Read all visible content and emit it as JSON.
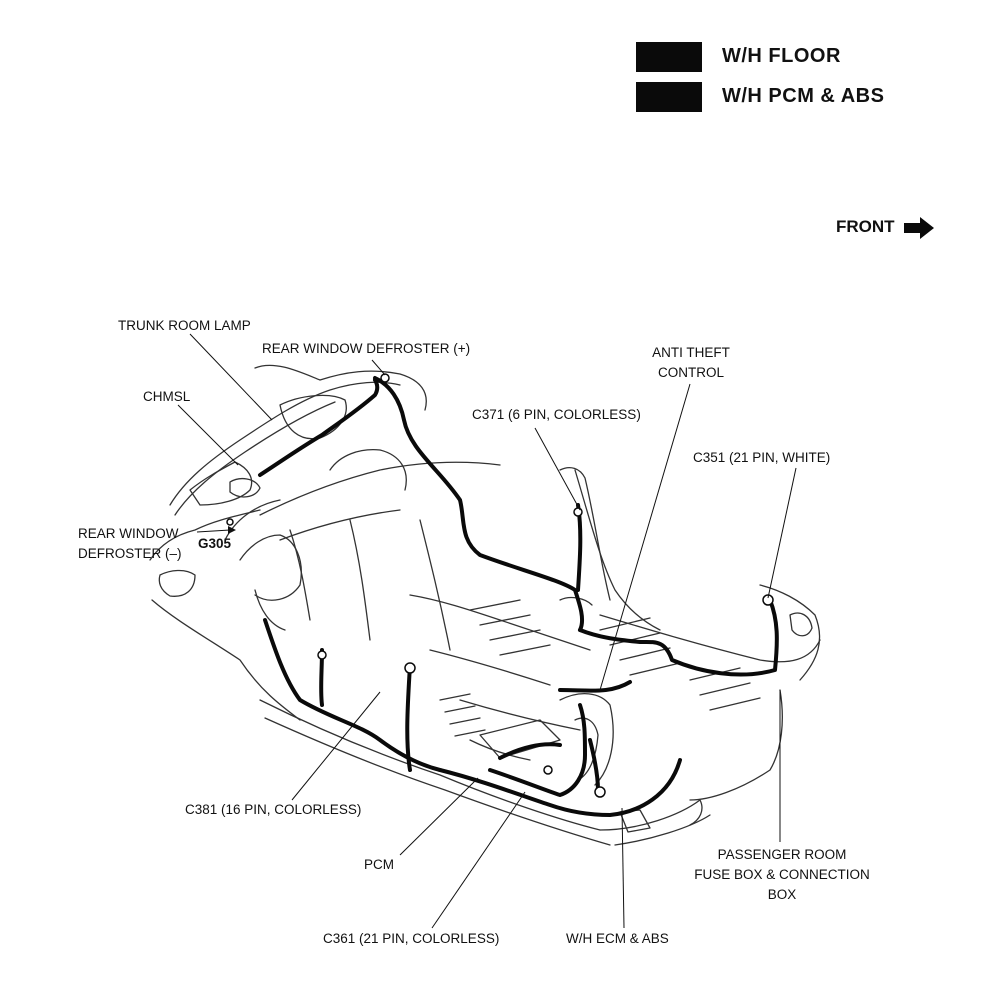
{
  "legend": [
    {
      "label": "W/H FLOOR",
      "color": "#0a0a0a"
    },
    {
      "label": "W/H PCM & ABS",
      "color": "#0a0a0a"
    }
  ],
  "direction": {
    "label": "FRONT"
  },
  "callouts": {
    "trunk_room_lamp": "TRUNK ROOM LAMP",
    "rear_window_defroster_plus": "REAR WINDOW DEFROSTER (+)",
    "chmsl": "CHMSL",
    "anti_theft_control": [
      "ANTI THEFT",
      "CONTROL"
    ],
    "c371": "C371 (6 PIN, COLORLESS)",
    "c351": "C351 (21 PIN, WHITE)",
    "rear_window_defroster_minus": [
      "REAR WINDOW",
      "DEFROSTER (–)"
    ],
    "g305": "G305",
    "c381": "C381 (16 PIN, COLORLESS)",
    "pcm": "PCM",
    "c361": "C361 (21 PIN, COLORLESS)",
    "wh_ecm_abs": "W/H ECM & ABS",
    "passenger_room_fuse_box": [
      "PASSENGER ROOM",
      "FUSE BOX & CONNECTION",
      "BOX"
    ]
  },
  "colors": {
    "harness": "#0a0a0a",
    "body_line": "#333333"
  }
}
